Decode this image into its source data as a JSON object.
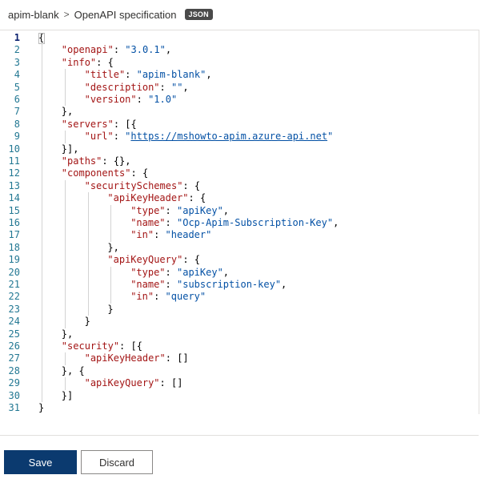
{
  "breadcrumb": {
    "root": "apim-blank",
    "separator": ">",
    "current": "OpenAPI specification",
    "badge": "JSON"
  },
  "editor": {
    "lines": [
      {
        "n": "1",
        "ind": 0,
        "parts": [
          [
            "p",
            "{"
          ]
        ]
      },
      {
        "n": "2",
        "ind": 1,
        "parts": [
          [
            "k",
            "\"openapi\""
          ],
          [
            "p",
            ": "
          ],
          [
            "s",
            "\"3.0.1\""
          ],
          [
            "p",
            ","
          ]
        ]
      },
      {
        "n": "3",
        "ind": 1,
        "parts": [
          [
            "k",
            "\"info\""
          ],
          [
            "p",
            ": {"
          ]
        ]
      },
      {
        "n": "4",
        "ind": 2,
        "parts": [
          [
            "k",
            "\"title\""
          ],
          [
            "p",
            ": "
          ],
          [
            "s",
            "\"apim-blank\""
          ],
          [
            "p",
            ","
          ]
        ]
      },
      {
        "n": "5",
        "ind": 2,
        "parts": [
          [
            "k",
            "\"description\""
          ],
          [
            "p",
            ": "
          ],
          [
            "s",
            "\"\""
          ],
          [
            "p",
            ","
          ]
        ]
      },
      {
        "n": "6",
        "ind": 2,
        "parts": [
          [
            "k",
            "\"version\""
          ],
          [
            "p",
            ": "
          ],
          [
            "s",
            "\"1.0\""
          ]
        ]
      },
      {
        "n": "7",
        "ind": 1,
        "parts": [
          [
            "p",
            "},"
          ]
        ]
      },
      {
        "n": "8",
        "ind": 1,
        "parts": [
          [
            "k",
            "\"servers\""
          ],
          [
            "p",
            ": [{"
          ]
        ]
      },
      {
        "n": "9",
        "ind": 2,
        "parts": [
          [
            "k",
            "\"url\""
          ],
          [
            "p",
            ": "
          ],
          [
            "s",
            "\""
          ],
          [
            "u",
            "https://mshowto-apim.azure-api.net"
          ],
          [
            "s",
            "\""
          ]
        ]
      },
      {
        "n": "10",
        "ind": 1,
        "parts": [
          [
            "p",
            "}],"
          ]
        ]
      },
      {
        "n": "11",
        "ind": 1,
        "parts": [
          [
            "k",
            "\"paths\""
          ],
          [
            "p",
            ": {},"
          ]
        ]
      },
      {
        "n": "12",
        "ind": 1,
        "parts": [
          [
            "k",
            "\"components\""
          ],
          [
            "p",
            ": {"
          ]
        ]
      },
      {
        "n": "13",
        "ind": 2,
        "parts": [
          [
            "k",
            "\"securitySchemes\""
          ],
          [
            "p",
            ": {"
          ]
        ]
      },
      {
        "n": "14",
        "ind": 3,
        "parts": [
          [
            "k",
            "\"apiKeyHeader\""
          ],
          [
            "p",
            ": {"
          ]
        ]
      },
      {
        "n": "15",
        "ind": 4,
        "parts": [
          [
            "k",
            "\"type\""
          ],
          [
            "p",
            ": "
          ],
          [
            "s",
            "\"apiKey\""
          ],
          [
            "p",
            ","
          ]
        ]
      },
      {
        "n": "16",
        "ind": 4,
        "parts": [
          [
            "k",
            "\"name\""
          ],
          [
            "p",
            ": "
          ],
          [
            "s",
            "\"Ocp-Apim-Subscription-Key\""
          ],
          [
            "p",
            ","
          ]
        ]
      },
      {
        "n": "17",
        "ind": 4,
        "parts": [
          [
            "k",
            "\"in\""
          ],
          [
            "p",
            ": "
          ],
          [
            "s",
            "\"header\""
          ]
        ]
      },
      {
        "n": "18",
        "ind": 3,
        "parts": [
          [
            "p",
            "},"
          ]
        ]
      },
      {
        "n": "19",
        "ind": 3,
        "parts": [
          [
            "k",
            "\"apiKeyQuery\""
          ],
          [
            "p",
            ": {"
          ]
        ]
      },
      {
        "n": "20",
        "ind": 4,
        "parts": [
          [
            "k",
            "\"type\""
          ],
          [
            "p",
            ": "
          ],
          [
            "s",
            "\"apiKey\""
          ],
          [
            "p",
            ","
          ]
        ]
      },
      {
        "n": "21",
        "ind": 4,
        "parts": [
          [
            "k",
            "\"name\""
          ],
          [
            "p",
            ": "
          ],
          [
            "s",
            "\"subscription-key\""
          ],
          [
            "p",
            ","
          ]
        ]
      },
      {
        "n": "22",
        "ind": 4,
        "parts": [
          [
            "k",
            "\"in\""
          ],
          [
            "p",
            ": "
          ],
          [
            "s",
            "\"query\""
          ]
        ]
      },
      {
        "n": "23",
        "ind": 3,
        "parts": [
          [
            "p",
            "}"
          ]
        ]
      },
      {
        "n": "24",
        "ind": 2,
        "parts": [
          [
            "p",
            "}"
          ]
        ]
      },
      {
        "n": "25",
        "ind": 1,
        "parts": [
          [
            "p",
            "},"
          ]
        ]
      },
      {
        "n": "26",
        "ind": 1,
        "parts": [
          [
            "k",
            "\"security\""
          ],
          [
            "p",
            ": [{"
          ]
        ]
      },
      {
        "n": "27",
        "ind": 2,
        "parts": [
          [
            "k",
            "\"apiKeyHeader\""
          ],
          [
            "p",
            ": []"
          ]
        ]
      },
      {
        "n": "28",
        "ind": 1,
        "parts": [
          [
            "p",
            "}, {"
          ]
        ]
      },
      {
        "n": "29",
        "ind": 2,
        "parts": [
          [
            "k",
            "\"apiKeyQuery\""
          ],
          [
            "p",
            ": []"
          ]
        ]
      },
      {
        "n": "30",
        "ind": 1,
        "parts": [
          [
            "p",
            "}]"
          ]
        ]
      },
      {
        "n": "31",
        "ind": 0,
        "parts": [
          [
            "p",
            "}"
          ]
        ]
      }
    ],
    "active_line": "1",
    "colors": {
      "key": "#a31515",
      "string": "#0451a5",
      "punct": "#000000",
      "line_number": "#237893"
    }
  },
  "actions": {
    "save_label": "Save",
    "discard_label": "Discard",
    "save_color": "#0b3a6f"
  }
}
